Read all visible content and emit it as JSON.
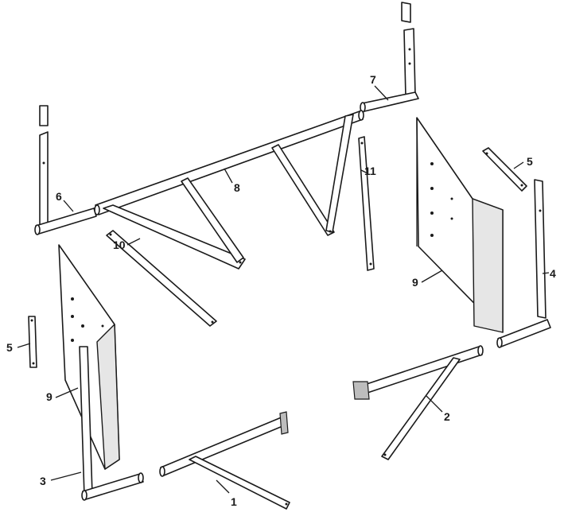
{
  "callouts": {
    "c1": "1",
    "c2": "2",
    "c3": "3",
    "c4": "4",
    "c5_right": "5",
    "c5_left": "5",
    "c6": "6",
    "c7": "7",
    "c8": "8",
    "c9_right": "9",
    "c9_left": "9",
    "c10": "10",
    "c11": "11"
  },
  "colors": {
    "line": "#1a1a1a",
    "background": "#ffffff",
    "shade": "#e6e6e6"
  }
}
